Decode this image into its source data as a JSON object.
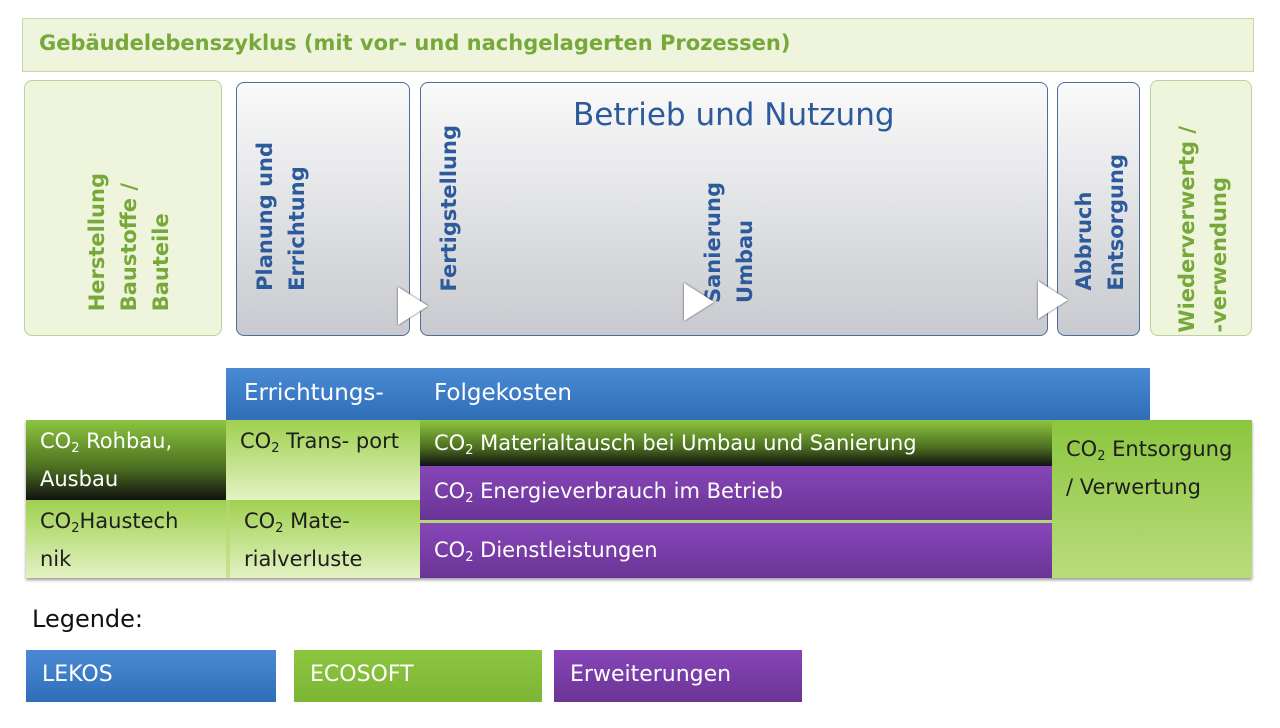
{
  "title": "Gebäudelebenszyklus (mit vor- und nachgelagerten Prozessen)",
  "phases": {
    "herstellung": "Herstellung\nBaustoffe /\nBauteile",
    "planung": "Planung und\nErrichtung",
    "betrieb_title": "Betrieb und Nutzung",
    "fertigstellung": "Fertigstellung",
    "sanierung": "Sanierung\nUmbau",
    "abbruch": "Abbruch\nEntsorgung",
    "wiederverwertung": "Wiederverwertg /\n-verwendung"
  },
  "costs": {
    "errichtung": "Errichtungs-",
    "folge": "Folgekosten"
  },
  "co2": {
    "prefix": "CO",
    "sub": "2",
    "rohbau": " Rohbau, Ausbau",
    "haustechnik": "Haustech nik",
    "transport": " Trans- port",
    "materialverluste": " Mate- rialverluste",
    "materialtausch": " Materialtausch bei Umbau und Sanierung",
    "energie": " Energieverbrauch im Betrieb",
    "dienst": " Dienstleistungen",
    "entsorgung": " Entsorgung / Verwertung"
  },
  "legend": {
    "label": "Legende:",
    "items": [
      "LEKOS",
      "ECOSOFT",
      "Erweiterungen"
    ]
  },
  "colors": {
    "lekos": "#3e7cc6",
    "ecosoft": "#8cc63f",
    "erweiterungen": "#7a3fa8"
  }
}
